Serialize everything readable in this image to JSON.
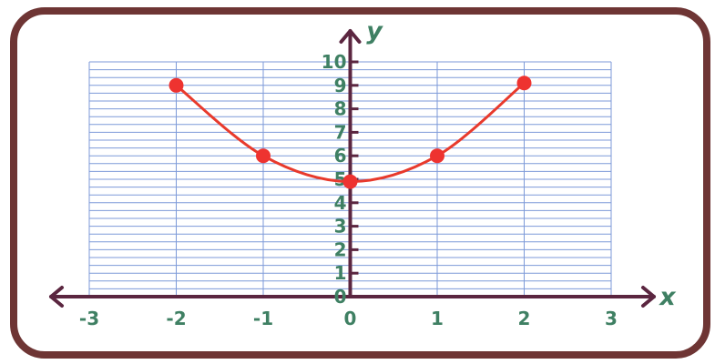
{
  "chart_data": {
    "type": "line",
    "title": "",
    "xlabel": "x",
    "ylabel": "y",
    "xlim": [
      -3,
      3
    ],
    "ylim": [
      0,
      10
    ],
    "x_ticks": [
      "-3",
      "-2",
      "-1",
      "0",
      "1",
      "2",
      "3"
    ],
    "y_ticks": [
      "0",
      "1",
      "2",
      "3",
      "4",
      "5",
      "6",
      "7",
      "8",
      "9",
      "10"
    ],
    "grid": true,
    "series": [
      {
        "x": [
          -2,
          -1,
          0,
          1,
          2
        ],
        "y": [
          9,
          6,
          4.9,
          6,
          9.1
        ],
        "curve": "smooth"
      }
    ],
    "colors": {
      "frame": "#6e3534",
      "grid": "#7d9ad8",
      "axes": "#5b2640",
      "curve": "#e83a2c",
      "points": "#ee3330",
      "labels": "#3f8063"
    }
  }
}
